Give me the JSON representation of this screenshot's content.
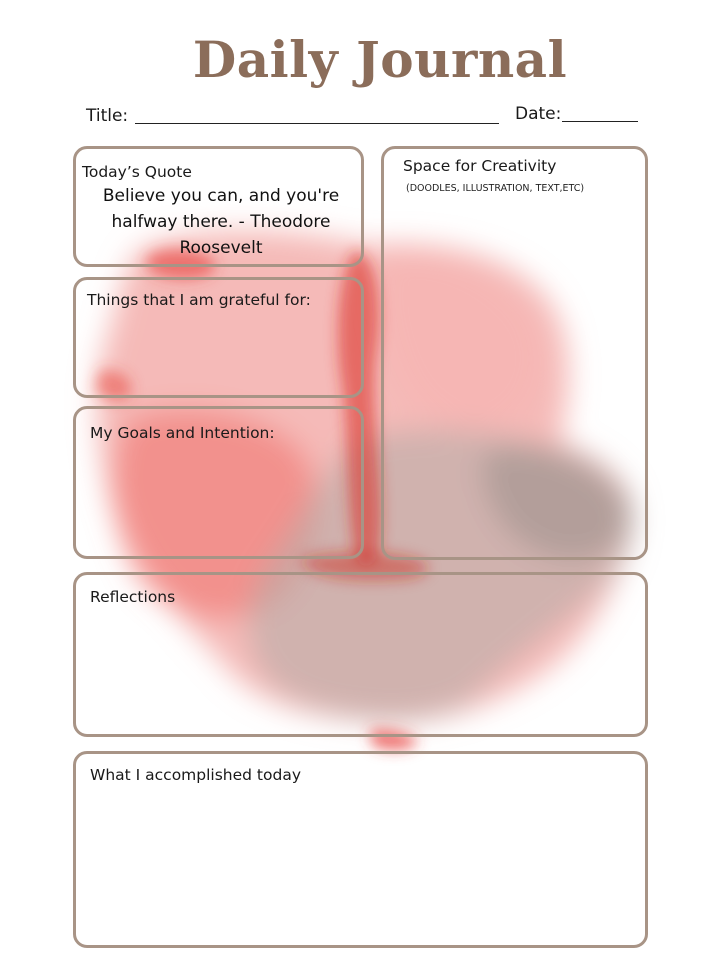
{
  "header": {
    "title": "Daily Journal",
    "title_label": "Title:",
    "date_label": "Date:"
  },
  "sections": {
    "quote": {
      "label": "Today’s Quote",
      "text": "Believe you can, and you're halfway there. - Theodore Roosevelt"
    },
    "creativity": {
      "label": "Space for Creativity",
      "sublabel": "(DOODLES, ILLUSTRATION, TEXT,ETC)"
    },
    "grateful": {
      "label": "Things that I am grateful for:"
    },
    "goals": {
      "label": "My Goals and Intention:"
    },
    "reflections": {
      "label": "Reflections"
    },
    "accomplished": {
      "label": "What I accomplished today"
    }
  },
  "colors": {
    "title": "#8b6d5a",
    "box_border": "#a89486",
    "splash_red": "#e8403a",
    "splash_grey": "#9a8e88"
  }
}
